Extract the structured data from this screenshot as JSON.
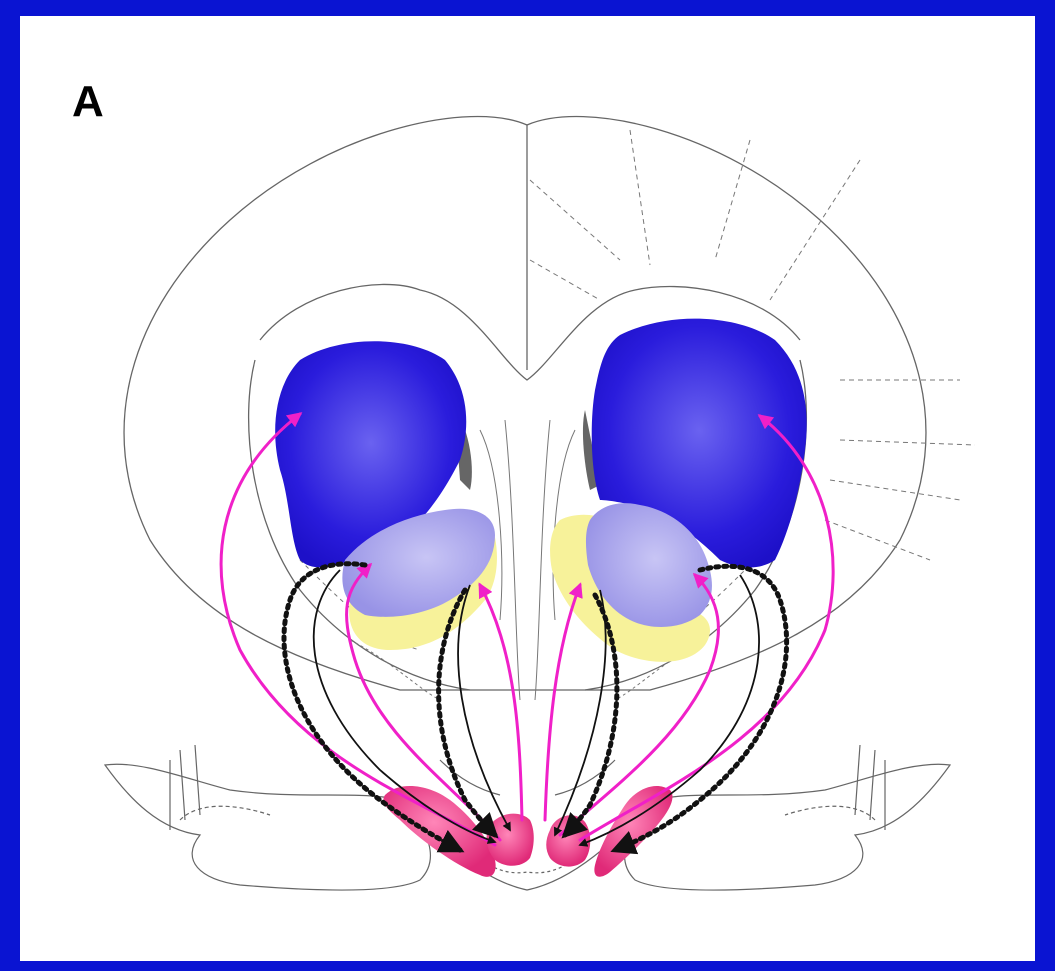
{
  "figure": {
    "panel_label": "A"
  },
  "colors": {
    "background": "#0a14d2",
    "panel": "#ffffff",
    "outline": "#555555",
    "dark_blue_region": "#2d1fe0",
    "light_lavender_region": "#a9a5ec",
    "yellow_region": "#f7f29a",
    "pink_nucleus": "#ef3f8a",
    "magenta_arrow": "#f020c8",
    "black_arrow": "#111111"
  },
  "icons": {
    "solid_arrow": "arrowhead",
    "dotted_arrow": "arrowhead"
  }
}
